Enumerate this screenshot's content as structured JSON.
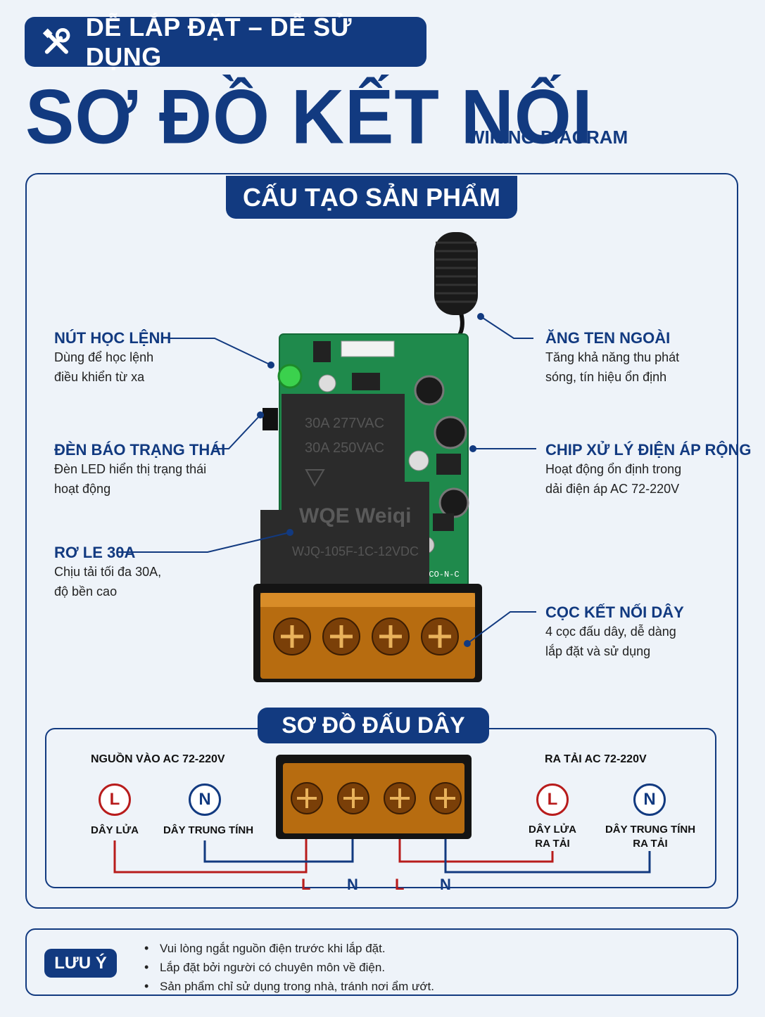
{
  "header": {
    "badge_text": "DỄ LẮP ĐẶT – DỄ SỬ DỤNG",
    "badge_icon": "tools-icon",
    "title": "SƠ ĐỒ KẾT NỐI",
    "subtitle": "WIRING DIAGRAM"
  },
  "structure": {
    "tab_label": "CẤU TẠO SẢN PHẨM",
    "relay_text": {
      "line1": "30A  277VAC",
      "line2": "30A  250VAC",
      "brand": "WQE Weiqi",
      "model": "WJQ-105F-1C-12VDC"
    },
    "pcb_marking": "1/CO-N-C",
    "labels": [
      {
        "title": "NÚT HỌC LỆNH",
        "desc1": "Dùng để học lệnh",
        "desc2": "điều khiển từ xa"
      },
      {
        "title": "ĐÈN BÁO TRẠNG THÁI",
        "desc1": "Đèn LED hiển thị trạng thái",
        "desc2": "hoạt động"
      },
      {
        "title": "RƠ LE 30A",
        "desc1": "Chịu tải tối đa 30A,",
        "desc2": "độ bền cao"
      },
      {
        "title": "ĂNG TEN NGOÀI",
        "desc1": "Tăng khả năng thu phát",
        "desc2": "sóng, tín hiệu ổn định"
      },
      {
        "title": "CHIP XỬ LÝ ĐIỆN ÁP RỘNG",
        "desc1": "Hoạt động ổn định trong",
        "desc2": "dải điện áp AC 72-220V"
      },
      {
        "title": "CỌC KẾT NỐI DÂY",
        "desc1": "4 cọc đấu dây, dễ dàng",
        "desc2": "lắp đặt và sử dụng"
      }
    ]
  },
  "wiring": {
    "tab_label": "SƠ ĐỒ ĐẤU DÂY",
    "input_head": "NGUỒN VÀO AC 72-220V",
    "output_head": "RA TẢI AC 72-220V",
    "in_L": {
      "letter": "L",
      "caption": "DÂY LỬA"
    },
    "in_N": {
      "letter": "N",
      "caption": "DÂY TRUNG TÍNH"
    },
    "out_L": {
      "letter": "L",
      "caption1": "DÂY LỬA",
      "caption2": "RA TẢI"
    },
    "out_N": {
      "letter": "N",
      "caption1": "DÂY TRUNG TÍNH",
      "caption2": "RA TẢI"
    },
    "terminals": [
      "L",
      "N",
      "L",
      "N"
    ],
    "colors": {
      "live": "#b81c1c",
      "neutral": "#123a80"
    }
  },
  "notes": {
    "label": "LƯU Ý",
    "items": [
      "Vui lòng ngắt nguồn điện trước khi lắp đặt.",
      "Lắp đặt bởi người có chuyên môn về điện.",
      "Sản phẩm chỉ sử dụng trong nhà, tránh nơi ẩm ướt."
    ]
  }
}
